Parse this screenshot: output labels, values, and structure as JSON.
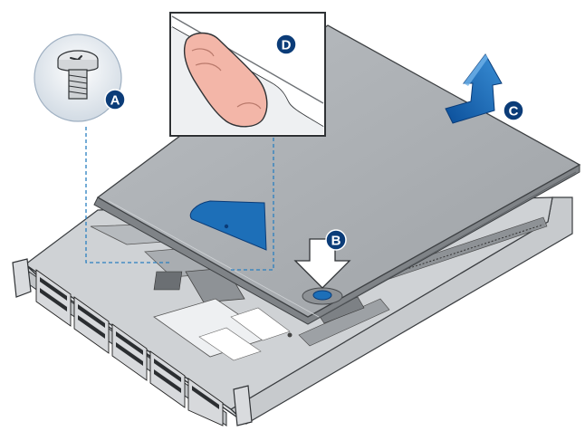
{
  "callouts": {
    "a": "A",
    "b": "B",
    "c": "C",
    "d": "D"
  },
  "colors": {
    "cover": "#a9adb1",
    "cover_edge": "#6e7276",
    "chassis": "#d8dadd",
    "accent_blue": "#1d6fb8",
    "callout_fill": "#0b3c78",
    "leader_line": "#2a7fc0",
    "finger": "#f3b6a8"
  }
}
